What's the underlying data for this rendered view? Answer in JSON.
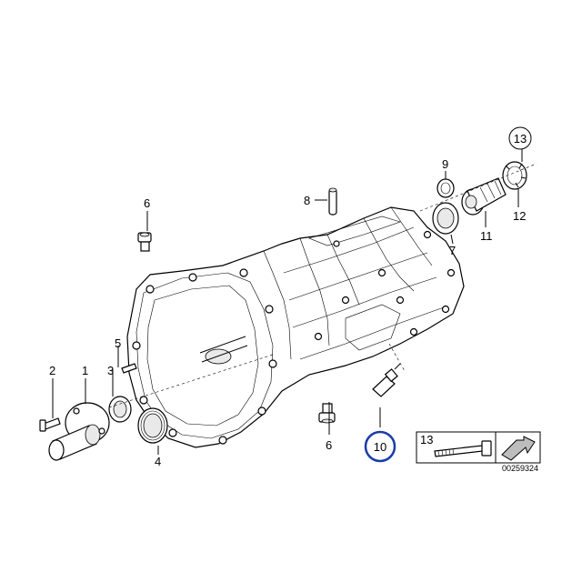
{
  "callouts": {
    "c1": "1",
    "c2": "2",
    "c3": "3",
    "c4": "4",
    "c5": "5",
    "c6_top": "6",
    "c6_bottom": "6",
    "c7": "7",
    "c8": "8",
    "c9": "9",
    "c10": "10",
    "c11": "11",
    "c12": "12",
    "c13_circled": "13",
    "c13_inset": "13"
  },
  "highlight_color": "#1a3ca8",
  "highlighted_part": "10",
  "drawing_number": "00259324"
}
